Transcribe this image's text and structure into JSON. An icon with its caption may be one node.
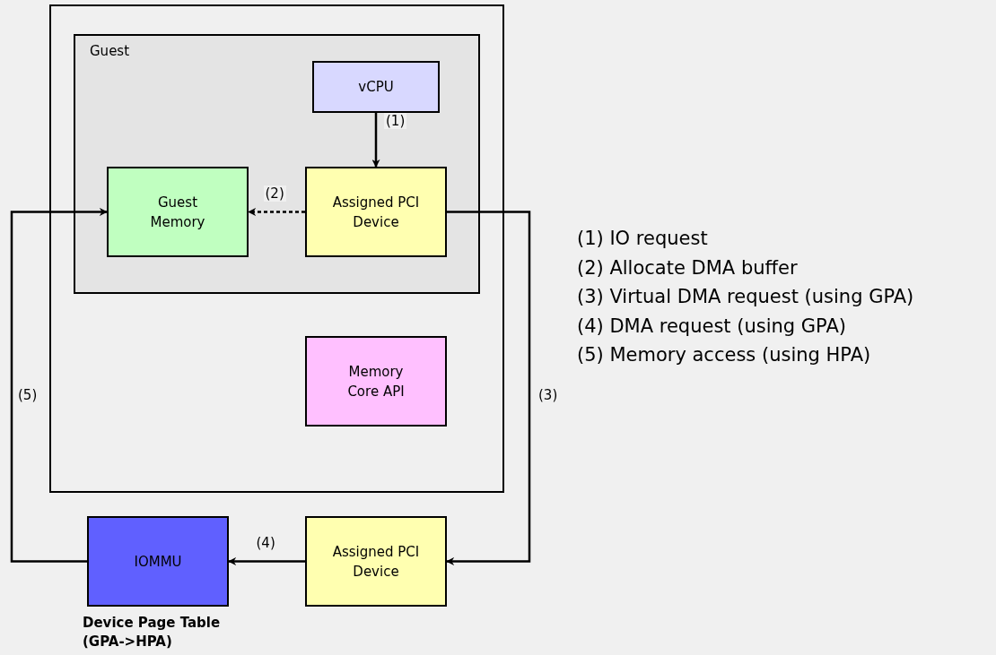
{
  "diagram": {
    "nodes": [
      {
        "text": [],
        "shape": "box"
      },
      {
        "text": [
          "Guest"
        ],
        "in": 0
      },
      {
        "text": [
          "vCPU"
        ],
        "in": 1
      },
      {
        "text": [
          "Guest Memory"
        ],
        "in": 1
      },
      {
        "text": [
          "Assigned PCI Device"
        ],
        "in": 1
      },
      {
        "text": [
          "Memory Core API"
        ],
        "in": 0
      },
      {
        "text": [
          "Assigned PCI Device"
        ]
      },
      {
        "text": [
          "IOMMU"
        ],
        "beside": [
          "Device Page Table (GPA->HPA)"
        ]
      }
    ],
    "edges": [
      {
        "from": 2,
        "to": 4,
        "arrow": "to",
        "label": "(1)"
      },
      {
        "from": 4,
        "to": 3,
        "arrow": "to",
        "label": "(2)",
        "style": "dashed"
      },
      {
        "from": 4,
        "to": 6,
        "arrow": "to",
        "label": "(3)"
      },
      {
        "from": 6,
        "to": 7,
        "arrow": "to",
        "label": "(4)"
      },
      {
        "from": 7,
        "to": 3,
        "arrow": "to",
        "label": "(5)"
      }
    ],
    "labels": [
      "(1) IO request",
      "(2) Allocate DMA buffer",
      "(3) Virtual DMA request (using GPA)",
      "(4) DMA request (using GPA)",
      "(5) Memory access (using HPA)"
    ]
  }
}
